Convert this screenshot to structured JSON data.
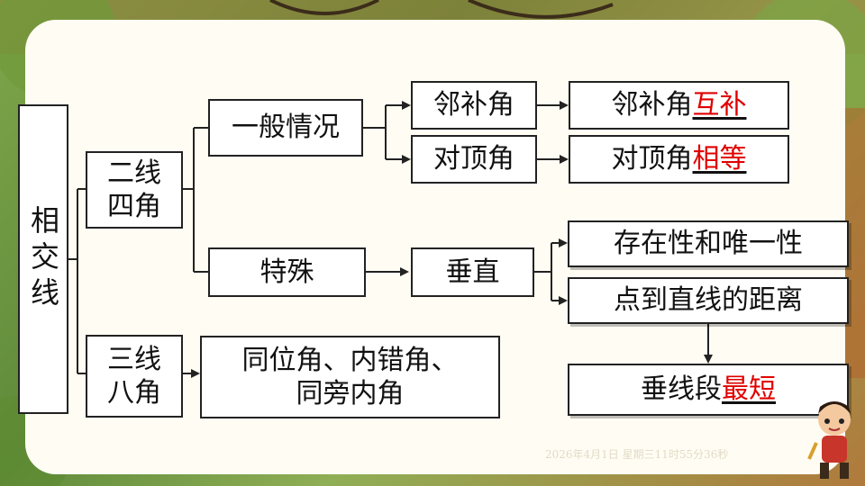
{
  "root": "相交线",
  "two_lines": "二线四角",
  "three_lines": "三线八角",
  "general": "一般情况",
  "special": "特殊",
  "adjacent": "邻补角",
  "vertical_angle": "对顶角",
  "perpendicular": "垂直",
  "adjacent_prop": {
    "prefix": "邻补角",
    "answer": "互补"
  },
  "vertical_prop": {
    "prefix": "对顶角",
    "answer": "相等"
  },
  "exists_unique": "存在性和唯一性",
  "point_line_dist": "点到直线的距离",
  "shortest": {
    "prefix": "垂线段",
    "answer": "最短"
  },
  "three_lines_angles": {
    "line1": "同位角、内错角、",
    "line2": "同旁内角"
  },
  "timestamp": "2026年4月1日 星期三11时55分36秒",
  "colors": {
    "answer": "#e00000",
    "panel": "#fffdf3"
  }
}
